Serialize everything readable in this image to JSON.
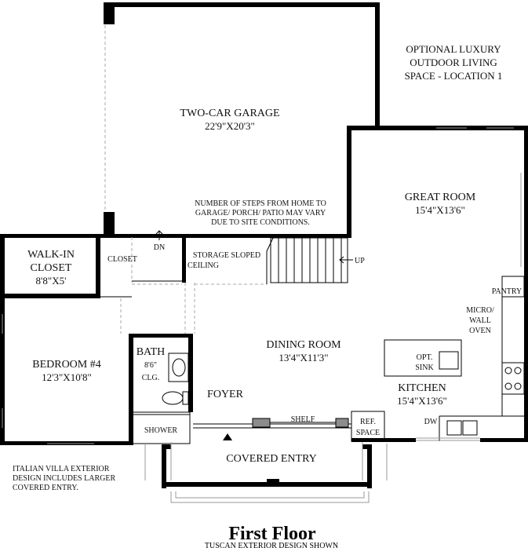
{
  "plan_title": "First Floor",
  "plan_subtitle": "TUSCAN EXTERIOR DESIGN SHOWN",
  "rooms": {
    "garage": {
      "name": "TWO-CAR GARAGE",
      "size": "22'9\"X20'3\""
    },
    "outdoor_living": {
      "line1": "OPTIONAL LUXURY",
      "line2": "OUTDOOR LIVING",
      "line3": "SPACE - LOCATION 1"
    },
    "great_room": {
      "name": "GREAT ROOM",
      "size": "15'4\"X13'6\""
    },
    "walk_in_closet": {
      "line1": "WALK-IN",
      "line2": "CLOSET",
      "size": "8'8\"X5'"
    },
    "bedroom": {
      "name": "BEDROOM #4",
      "size": "12'3\"X10'8\""
    },
    "bath": {
      "name": "BATH",
      "size": "8'6\"",
      "note": "CLG."
    },
    "dining_room": {
      "name": "DINING ROOM",
      "size": "13'4\"X11'3\""
    },
    "kitchen": {
      "name": "KITCHEN",
      "size": "15'4\"X13'6\""
    },
    "foyer": {
      "name": "FOYER"
    },
    "covered_entry": {
      "name": "COVERED ENTRY"
    },
    "storage": {
      "line1": "STORAGE SLOPED",
      "line2": "CEILING"
    }
  },
  "labels": {
    "closet": "CLOSET",
    "dn": "DN",
    "up": "UP",
    "pantry": "PANTRY",
    "micro_line1": "MICRO/",
    "micro_line2": "WALL",
    "micro_line3": "OVEN",
    "opt_sink_line1": "OPT.",
    "opt_sink_line2": "SINK",
    "shelf": "SHELF",
    "ref_line1": "REF.",
    "ref_line2": "SPACE",
    "dw": "DW",
    "shower": "SHOWER"
  },
  "notes": {
    "steps_line1": "NUMBER OF STEPS FROM HOME TO",
    "steps_line2": "GARAGE/ PORCH/ PATIO MAY VARY",
    "steps_line3": "DUE TO SITE CONDITIONS.",
    "italian_line1": "ITALIAN VILLA EXTERIOR",
    "italian_line2": "DESIGN INCLUDES LARGER",
    "italian_line3": "COVERED ENTRY."
  }
}
